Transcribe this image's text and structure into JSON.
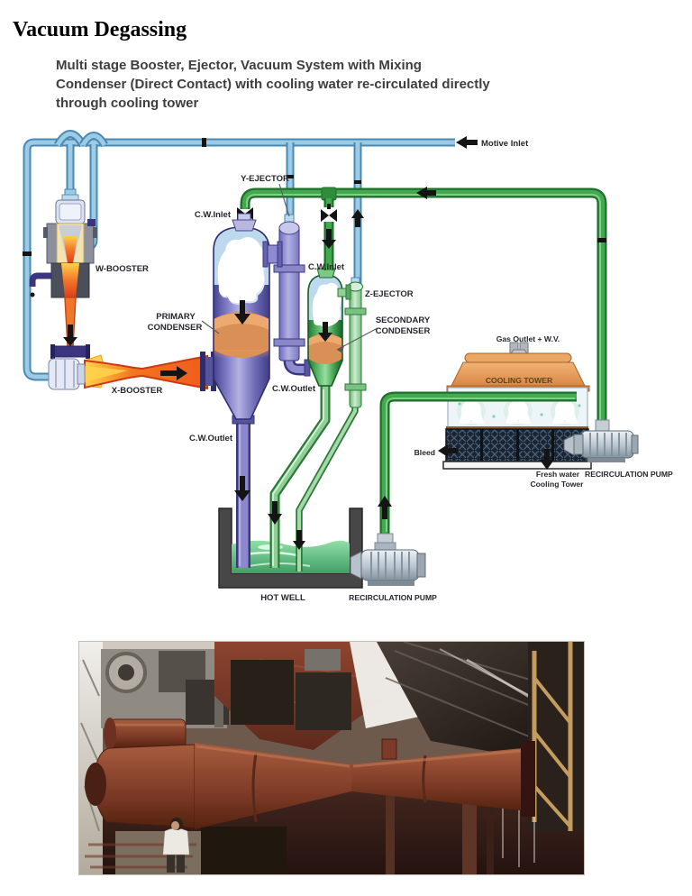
{
  "header": {
    "title": "Vacuum Degassing",
    "subtitle_lines": [
      "Multi stage Booster, Ejector, Vacuum System with Mixing",
      "Condenser (Direct Contact) with cooling water re-circulated directly",
      "through cooling tower"
    ]
  },
  "diagram": {
    "labels": {
      "motive_inlet": "Motive Inlet",
      "y_ejector": "Y-EJECTOR",
      "z_ejector": "Z-EJECTOR",
      "w_booster": "W-BOOSTER",
      "x_booster": "X-BOOSTER",
      "cw_inlet_primary": "C.W.Inlet",
      "cw_inlet_secondary": "C.W.Inlet",
      "cw_outlet_primary": "C.W.Outlet",
      "cw_outlet_secondary": "C.W.Outlet",
      "primary_condenser_line1": "PRIMARY",
      "primary_condenser_line2": "CONDENSER",
      "secondary_condenser_line1": "SECONDARY",
      "secondary_condenser_line2": "CONDENSER",
      "gas_outlet": "Gas Outlet + W.V.",
      "cooling_tower": "COOLING TOWER",
      "bleed": "Bleed",
      "fresh_water_line1": "Fresh water",
      "fresh_water_line2": "Cooling Tower",
      "recirculation_pump_cooling_tower": "RECIRCULATION PUMP",
      "hot_well": "HOT WELL",
      "recirculation_pump_hot_well": "RECIRCULATION PUMP"
    },
    "colors": {
      "motive_pipe_blue": "#6fb3dc",
      "cooling_water_pipe_green": "#3faa4b",
      "primary_condenser_purple": "#7a77bd",
      "secondary_condenser_green": "#4cae58",
      "booster_flame_orange": "#f2762a",
      "cooling_tower_orange": "#e59a5b",
      "hot_well_water_green": "#5fc184",
      "pump_silver": "#b9c4ce"
    }
  }
}
